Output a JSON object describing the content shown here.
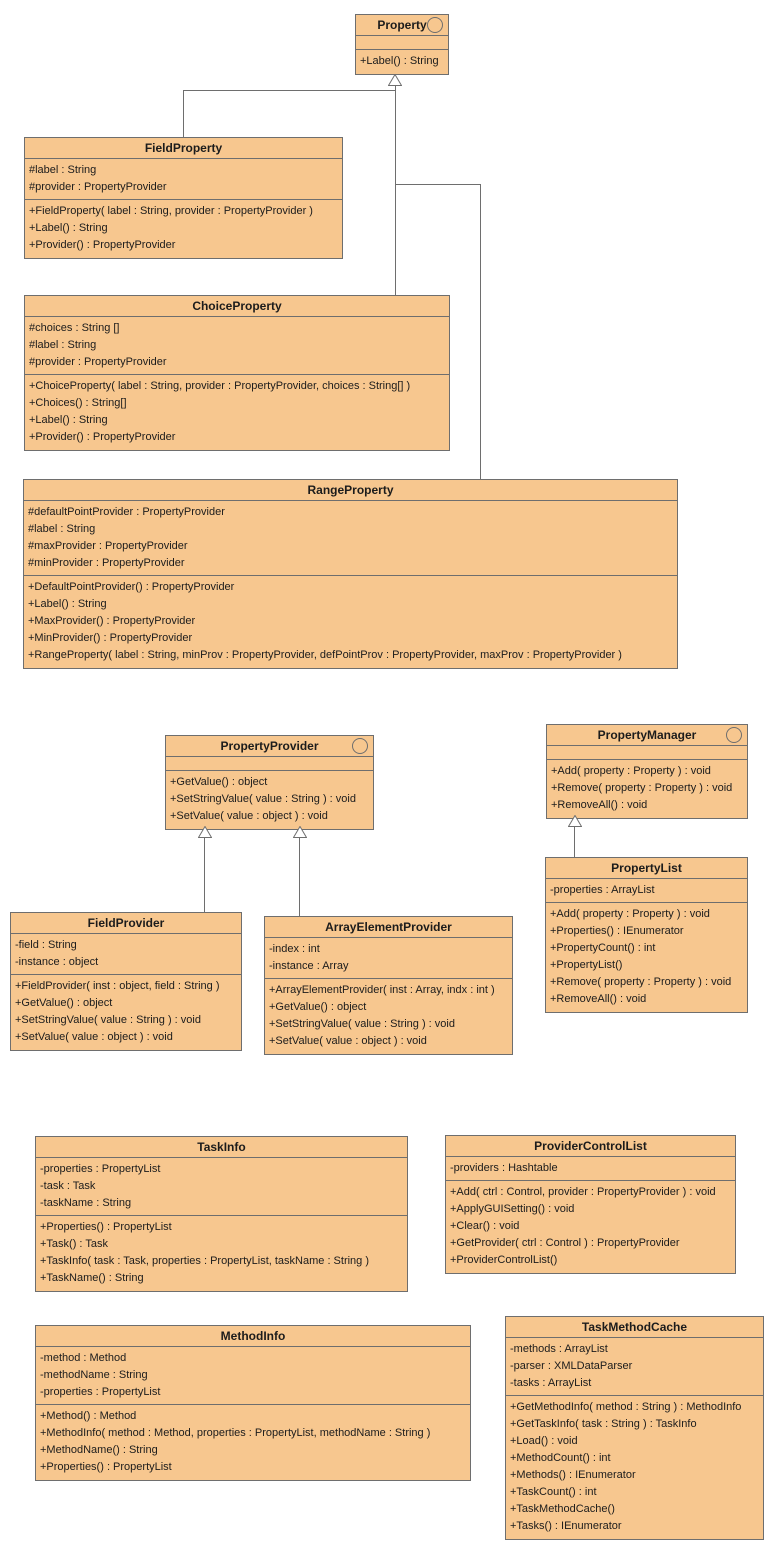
{
  "diagram": {
    "title": "Property / Provider UML class diagram",
    "colors": {
      "class_fill": "#f7c78f",
      "class_border": "#6e6e6e",
      "background": "#ffffff",
      "text": "#1c1c1c"
    },
    "classes": [
      {
        "name": "Property",
        "stereotype": "interface",
        "attributes": [],
        "methods": [
          "+Label() : String"
        ]
      },
      {
        "name": "FieldProperty",
        "stereotype": "class",
        "attributes": [
          "#label : String",
          "#provider : PropertyProvider"
        ],
        "methods": [
          "+FieldProperty( label : String, provider : PropertyProvider )",
          "+Label() : String",
          "+Provider() : PropertyProvider"
        ]
      },
      {
        "name": "ChoiceProperty",
        "stereotype": "class",
        "attributes": [
          "#choices : String []",
          "#label : String",
          "#provider : PropertyProvider"
        ],
        "methods": [
          "+ChoiceProperty( label : String, provider : PropertyProvider, choices : String[] )",
          "+Choices() : String[]",
          "+Label() : String",
          "+Provider() : PropertyProvider"
        ]
      },
      {
        "name": "RangeProperty",
        "stereotype": "class",
        "attributes": [
          "#defaultPointProvider : PropertyProvider",
          "#label : String",
          "#maxProvider : PropertyProvider",
          "#minProvider : PropertyProvider"
        ],
        "methods": [
          "+DefaultPointProvider() : PropertyProvider",
          "+Label() : String",
          "+MaxProvider() : PropertyProvider",
          "+MinProvider() : PropertyProvider",
          "+RangeProperty( label : String, minProv : PropertyProvider, defPointProv : PropertyProvider, maxProv : PropertyProvider )"
        ]
      },
      {
        "name": "PropertyProvider",
        "stereotype": "interface",
        "attributes": [],
        "methods": [
          "+GetValue() : object",
          "+SetStringValue( value : String ) : void",
          "+SetValue( value : object ) : void"
        ]
      },
      {
        "name": "PropertyManager",
        "stereotype": "interface",
        "attributes": [],
        "methods": [
          "+Add( property : Property ) : void",
          "+Remove( property : Property ) : void",
          "+RemoveAll() : void"
        ]
      },
      {
        "name": "PropertyList",
        "stereotype": "class",
        "attributes": [
          "-properties : ArrayList"
        ],
        "methods": [
          "+Add( property : Property ) : void",
          "+Properties() : IEnumerator",
          "+PropertyCount() : int",
          "+PropertyList()",
          "+Remove( property : Property ) : void",
          "+RemoveAll() : void"
        ]
      },
      {
        "name": "FieldProvider",
        "stereotype": "class",
        "attributes": [
          "-field : String",
          "-instance : object"
        ],
        "methods": [
          "+FieldProvider( inst : object, field : String )",
          "+GetValue() : object",
          "+SetStringValue( value : String ) : void",
          "+SetValue( value : object ) : void"
        ]
      },
      {
        "name": "ArrayElementProvider",
        "stereotype": "class",
        "attributes": [
          "-index : int",
          "-instance : Array"
        ],
        "methods": [
          "+ArrayElementProvider( inst : Array, indx : int )",
          "+GetValue() : object",
          "+SetStringValue( value : String ) : void",
          "+SetValue( value : object ) : void"
        ]
      },
      {
        "name": "TaskInfo",
        "stereotype": "class",
        "attributes": [
          "-properties : PropertyList",
          "-task : Task",
          "-taskName : String"
        ],
        "methods": [
          "+Properties() : PropertyList",
          "+Task() : Task",
          "+TaskInfo( task : Task, properties : PropertyList, taskName : String )",
          "+TaskName() : String"
        ]
      },
      {
        "name": "ProviderControlList",
        "stereotype": "class",
        "attributes": [
          "-providers : Hashtable"
        ],
        "methods": [
          "+Add( ctrl : Control, provider : PropertyProvider ) : void",
          "+ApplyGUISetting() : void",
          "+Clear() : void",
          "+GetProvider( ctrl : Control ) : PropertyProvider",
          "+ProviderControlList()"
        ]
      },
      {
        "name": "MethodInfo",
        "stereotype": "class",
        "attributes": [
          "-method : Method",
          "-methodName : String",
          "-properties : PropertyList"
        ],
        "methods": [
          "+Method() : Method",
          "+MethodInfo( method : Method, properties : PropertyList, methodName : String )",
          "+MethodName() : String",
          "+Properties() : PropertyList"
        ]
      },
      {
        "name": "TaskMethodCache",
        "stereotype": "class",
        "attributes": [
          "-methods : ArrayList",
          "-parser : XMLDataParser",
          "-tasks : ArrayList"
        ],
        "methods": [
          "+GetMethodInfo( method : String ) : MethodInfo",
          "+GetTaskInfo( task : String ) : TaskInfo",
          "+Load() : void",
          "+MethodCount() : int",
          "+Methods() : IEnumerator",
          "+TaskCount() : int",
          "+TaskMethodCache()",
          "+Tasks() : IEnumerator"
        ]
      }
    ],
    "relationships": [
      {
        "type": "generalization",
        "from": "FieldProperty",
        "to": "Property"
      },
      {
        "type": "generalization",
        "from": "ChoiceProperty",
        "to": "Property"
      },
      {
        "type": "generalization",
        "from": "RangeProperty",
        "to": "Property"
      },
      {
        "type": "generalization",
        "from": "FieldProvider",
        "to": "PropertyProvider"
      },
      {
        "type": "generalization",
        "from": "ArrayElementProvider",
        "to": "PropertyProvider"
      },
      {
        "type": "generalization",
        "from": "PropertyList",
        "to": "PropertyManager"
      }
    ]
  }
}
